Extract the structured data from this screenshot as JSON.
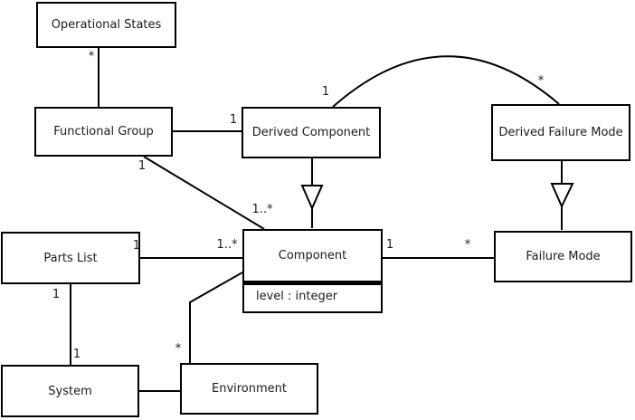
{
  "diagram": {
    "type": "uml-class-diagram",
    "colors": {
      "line": "#000000",
      "node_fill": "#ffffff",
      "text": "#1c1c1c"
    },
    "classes": {
      "operational_states": {
        "name": "Operational States"
      },
      "functional_group": {
        "name": "Functional Group"
      },
      "derived_component": {
        "name": "Derived Component"
      },
      "derived_failure_mode": {
        "name": "Derived Failure Mode"
      },
      "parts_list": {
        "name": "Parts List"
      },
      "component": {
        "name": "Component",
        "attribute": "level : integer"
      },
      "failure_mode": {
        "name": "Failure Mode"
      },
      "system": {
        "name": "System"
      },
      "environment": {
        "name": "Environment"
      }
    },
    "multiplicities": {
      "operational_states_functional_group": "*",
      "functional_group_derived_component": "1",
      "functional_group_component_source": "1",
      "functional_group_component_target": "1..*",
      "derived_component_arc": "1",
      "derived_failure_mode_arc": "*",
      "parts_list_component_source": "1",
      "parts_list_component_target": "1..*",
      "component_failure_mode_source": "1",
      "component_failure_mode_target": "*",
      "parts_list_system_source": "1",
      "parts_list_system_target": "1",
      "environment_component": "*"
    }
  }
}
